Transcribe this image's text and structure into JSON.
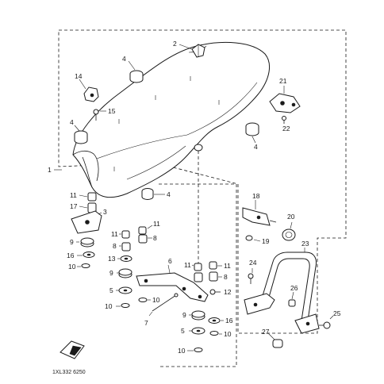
{
  "diagram": {
    "drawing_code": "1XL332 6250",
    "section_label": "1",
    "callouts": {
      "c2": "2",
      "c4a": "4",
      "c4b": "4",
      "c4c": "4",
      "c4d": "4",
      "c14": "14",
      "c15": "15",
      "c21": "21",
      "c22": "22",
      "c11a": "11",
      "c17": "17",
      "c3": "3",
      "c9a": "9",
      "c16a": "16",
      "c10a": "10",
      "c11b": "11",
      "c11c": "11",
      "c8a": "8",
      "c8b": "8",
      "c13": "13",
      "c9b": "9",
      "c5a": "5",
      "c10b": "10",
      "c10c": "10",
      "c6": "6",
      "c7": "7",
      "c11d": "11",
      "c11e": "11",
      "c8c": "8",
      "c12": "12",
      "c9c": "9",
      "c16b": "16",
      "c5b": "5",
      "c10d": "10",
      "c10e": "10",
      "c18": "18",
      "c19": "19",
      "c20": "20",
      "c23": "23",
      "c24": "24",
      "c26": "26",
      "c25": "25",
      "c27": "27"
    }
  }
}
